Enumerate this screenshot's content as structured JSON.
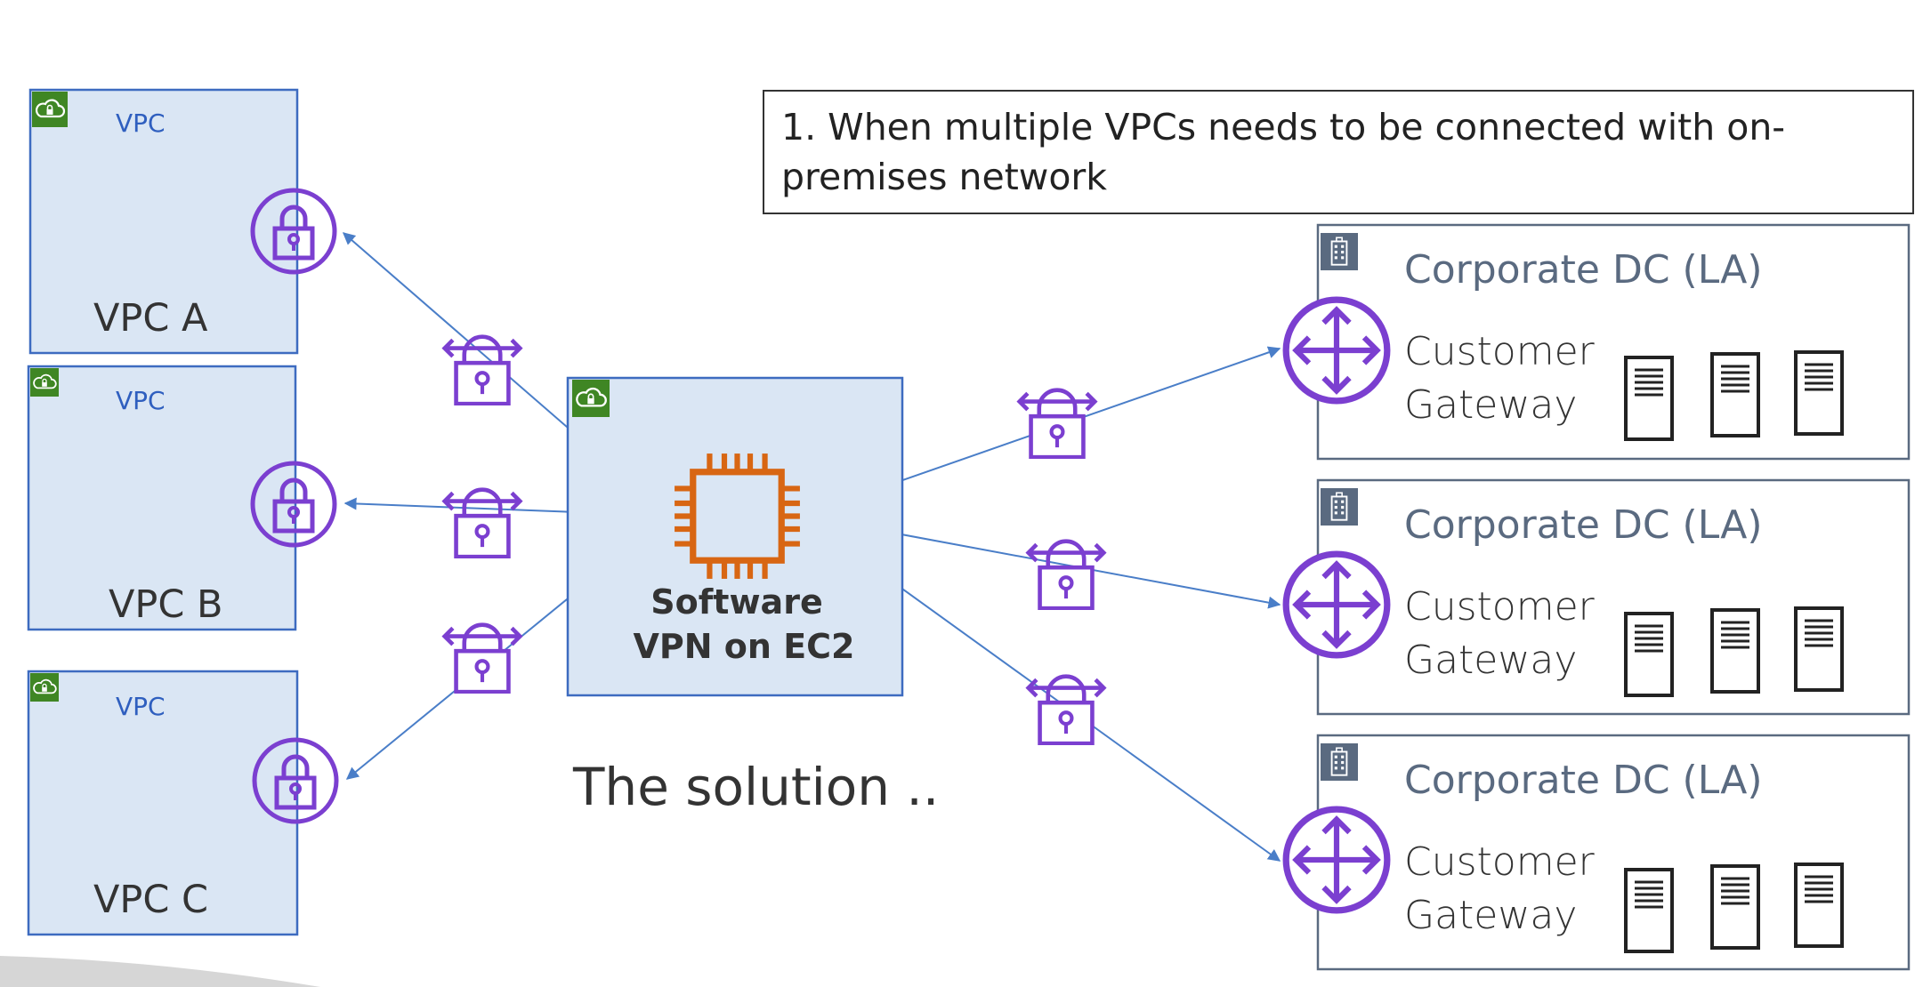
{
  "note": {
    "line1": "1. When multiple VPCs needs to be connected with on-",
    "line2": "premises network"
  },
  "vpcs": [
    {
      "tag": "VPC",
      "name": "VPC A"
    },
    {
      "tag": "VPC",
      "name": "VPC B"
    },
    {
      "tag": "VPC",
      "name": "VPC C"
    }
  ],
  "hub": {
    "line1": "Software",
    "line2": "VPN on EC2"
  },
  "caption": "The solution ..",
  "datacenters": [
    {
      "title": "Corporate DC (LA)",
      "gateway_line1": "Customer",
      "gateway_line2": "Gateway"
    },
    {
      "title": "Corporate DC (LA)",
      "gateway_line1": "Customer",
      "gateway_line2": "Gateway"
    },
    {
      "title": "Corporate DC (LA)",
      "gateway_line1": "Customer",
      "gateway_line2": "Gateway"
    }
  ],
  "colors": {
    "vpc_fill": "#dae6f4",
    "vpc_border": "#3d6bc0",
    "vpc_tag_green": "#3f8624",
    "lock_purple": "#7b3fd0",
    "connector_blue": "#4a7ec8",
    "ec2_orange": "#d86613",
    "dc_border": "#5a6a80",
    "dc_icon_bg": "#5a6a80"
  },
  "icons": {
    "vpc_tag": "cloud-lock-icon",
    "vpc_endpoint": "lock-icon",
    "connection": "vpn-tunnel-lock-icon",
    "hub": "chip-icon",
    "dc": "building-icon",
    "gateway": "router-arrows-icon",
    "server": "server-icon"
  }
}
